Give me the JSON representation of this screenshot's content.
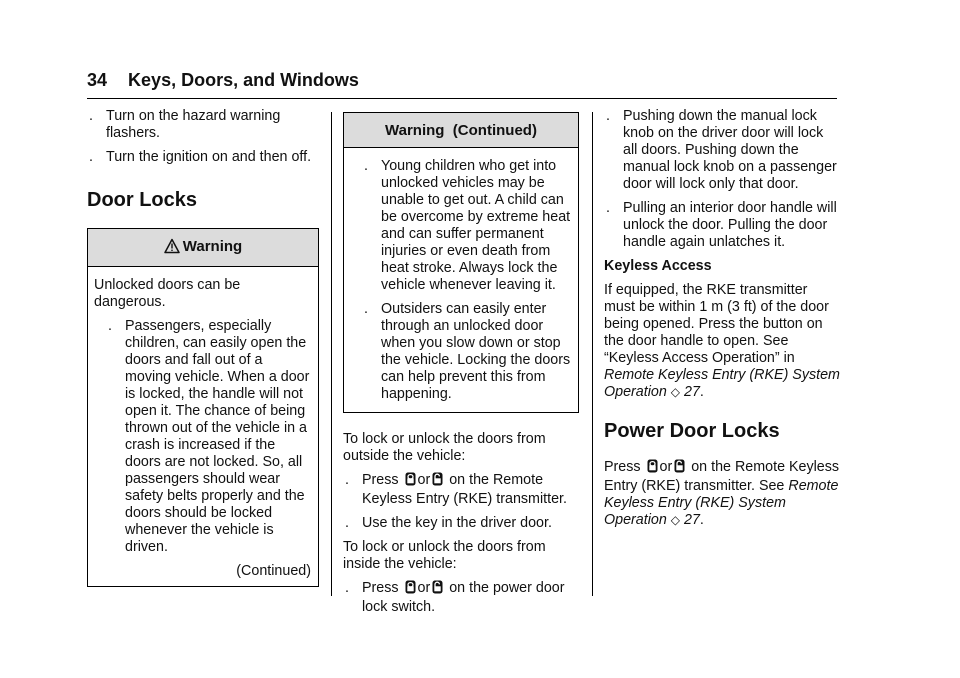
{
  "header": {
    "page_number": "34",
    "section_title": "Keys, Doors, and Windows"
  },
  "col1": {
    "bullets": [
      "Turn on the hazard warning flashers.",
      "Turn the ignition on and then off."
    ],
    "heading": "Door Locks",
    "warning": {
      "title": "Warning",
      "icon": "warning-triangle-icon",
      "intro": "Unlocked doors can be dangerous.",
      "bullet": "Passengers, especially children, can easily open the doors and fall out of a moving vehicle. When a door is locked, the handle will not open it. The chance of being thrown out of the vehicle in a crash is increased if the doors are not locked. So, all passengers should wear safety belts properly and the doors should be locked whenever the vehicle is driven.",
      "continued": "(Continued)"
    }
  },
  "col2": {
    "warning": {
      "title": "Warning  (Continued)",
      "bullets": [
        "Young children who get into unlocked vehicles may be unable to get out. A child can be overcome by extreme heat and can suffer permanent injuries or even death from heat stroke. Always lock the vehicle whenever leaving it.",
        "Outsiders can easily enter through an unlocked door when you slow down or stop the vehicle. Locking the doors can help prevent this from happening."
      ]
    },
    "outside_intro": "To lock or unlock the doors from outside the vehicle:",
    "outside_bullet1": {
      "press": "Press",
      "or": "or",
      "rest": "on the Remote Keyless Entry (RKE) transmitter."
    },
    "outside_bullet2": "Use the key in the driver door.",
    "inside_intro": "To lock or unlock the doors from inside the vehicle:",
    "inside_bullet1": {
      "press": "Press",
      "or": "or",
      "rest": "on the power door lock switch."
    }
  },
  "col3": {
    "bullets": [
      "Pushing down the manual lock knob on the driver door will lock all doors. Pushing down the manual lock knob on a passenger door will lock only that door.",
      "Pulling an interior door handle will unlock the door. Pulling the door handle again unlatches it."
    ],
    "keyless_heading": "Keyless Access",
    "keyless_text": "If equipped, the RKE transmitter must be within 1 m (3 ft) of the door being opened. Press the button on the door handle to open. See “Keyless Access Operation” in",
    "keyless_ref": "Remote Keyless Entry (RKE) System Operation",
    "keyless_page": "27",
    "power_heading": "Power Door Locks",
    "power_press": "Press",
    "power_or": "or",
    "power_rest": "on the Remote Keyless Entry (RKE) transmitter.",
    "power_see": "See",
    "power_ref": "Remote Keyless Entry (RKE) System Operation",
    "power_page": "27"
  },
  "bullet_glyph": ".",
  "page_arrow": "◇",
  "icons": {
    "lock": "lock-button-icon",
    "unlock": "unlock-button-icon"
  },
  "colors": {
    "warning_header_bg": "#dcdcdc",
    "text": "#111111"
  }
}
